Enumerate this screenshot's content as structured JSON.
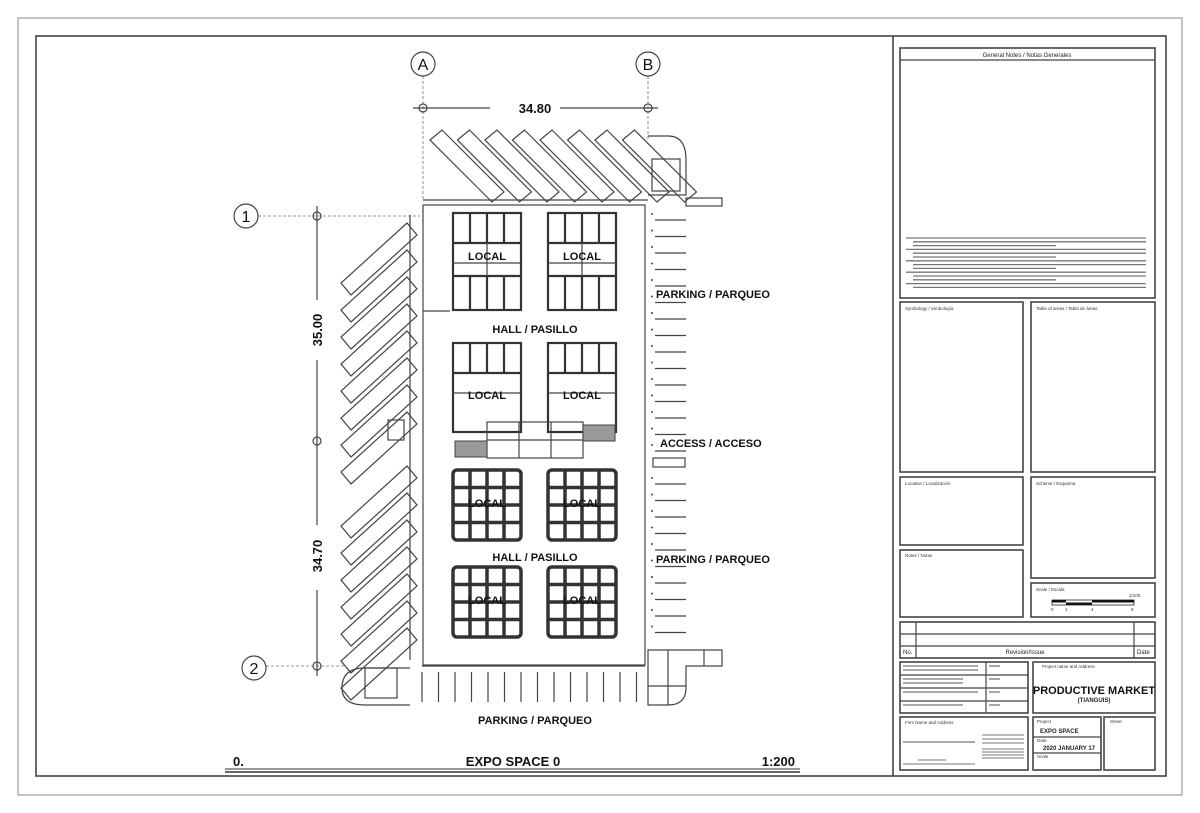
{
  "drawing": {
    "grid_a": "A",
    "grid_b": "B",
    "grid_1": "1",
    "grid_2": "2",
    "dim_horizontal": "34.80",
    "dim_vertical_top": "35.00",
    "dim_vertical_bottom": "34.70",
    "local_label": "LOCAL",
    "hall_label": "HALL / PASILLO",
    "parking_label": "PARKING / PARQUEO",
    "access_label": "ACCESS / ACCESO",
    "title_number": "0.",
    "title": "EXPO SPACE 0",
    "scale": "1:200"
  },
  "titleblock": {
    "general_notes": "General Notes / Notas Generales",
    "symbology": "Symbology / Simbología",
    "table_of_areas": "Table of areas / Tabla de áreas",
    "location": "Location / Localización",
    "scheme": "Scheme / Esquema",
    "notes": "Notes / Notas",
    "scale_title": "Scale / Escala",
    "scale_value": "1/100",
    "scale_ticks": [
      "0",
      "1",
      "4",
      "8"
    ],
    "rev_no": "No.",
    "rev_issue": "Revision/Issue",
    "rev_date": "Date",
    "project_name_label": "Project name and Address",
    "project_name": "PRODUCTIVE MARKET",
    "project_sub": "(TIANGUIS)",
    "firm_label": "Firm Name and Address",
    "project_label": "Project",
    "project_value": "EXPO SPACE",
    "date_label": "Date",
    "date_value": "2020 JANUARY 17",
    "scale_label": "Scale",
    "sheet_label": "Sheet"
  }
}
